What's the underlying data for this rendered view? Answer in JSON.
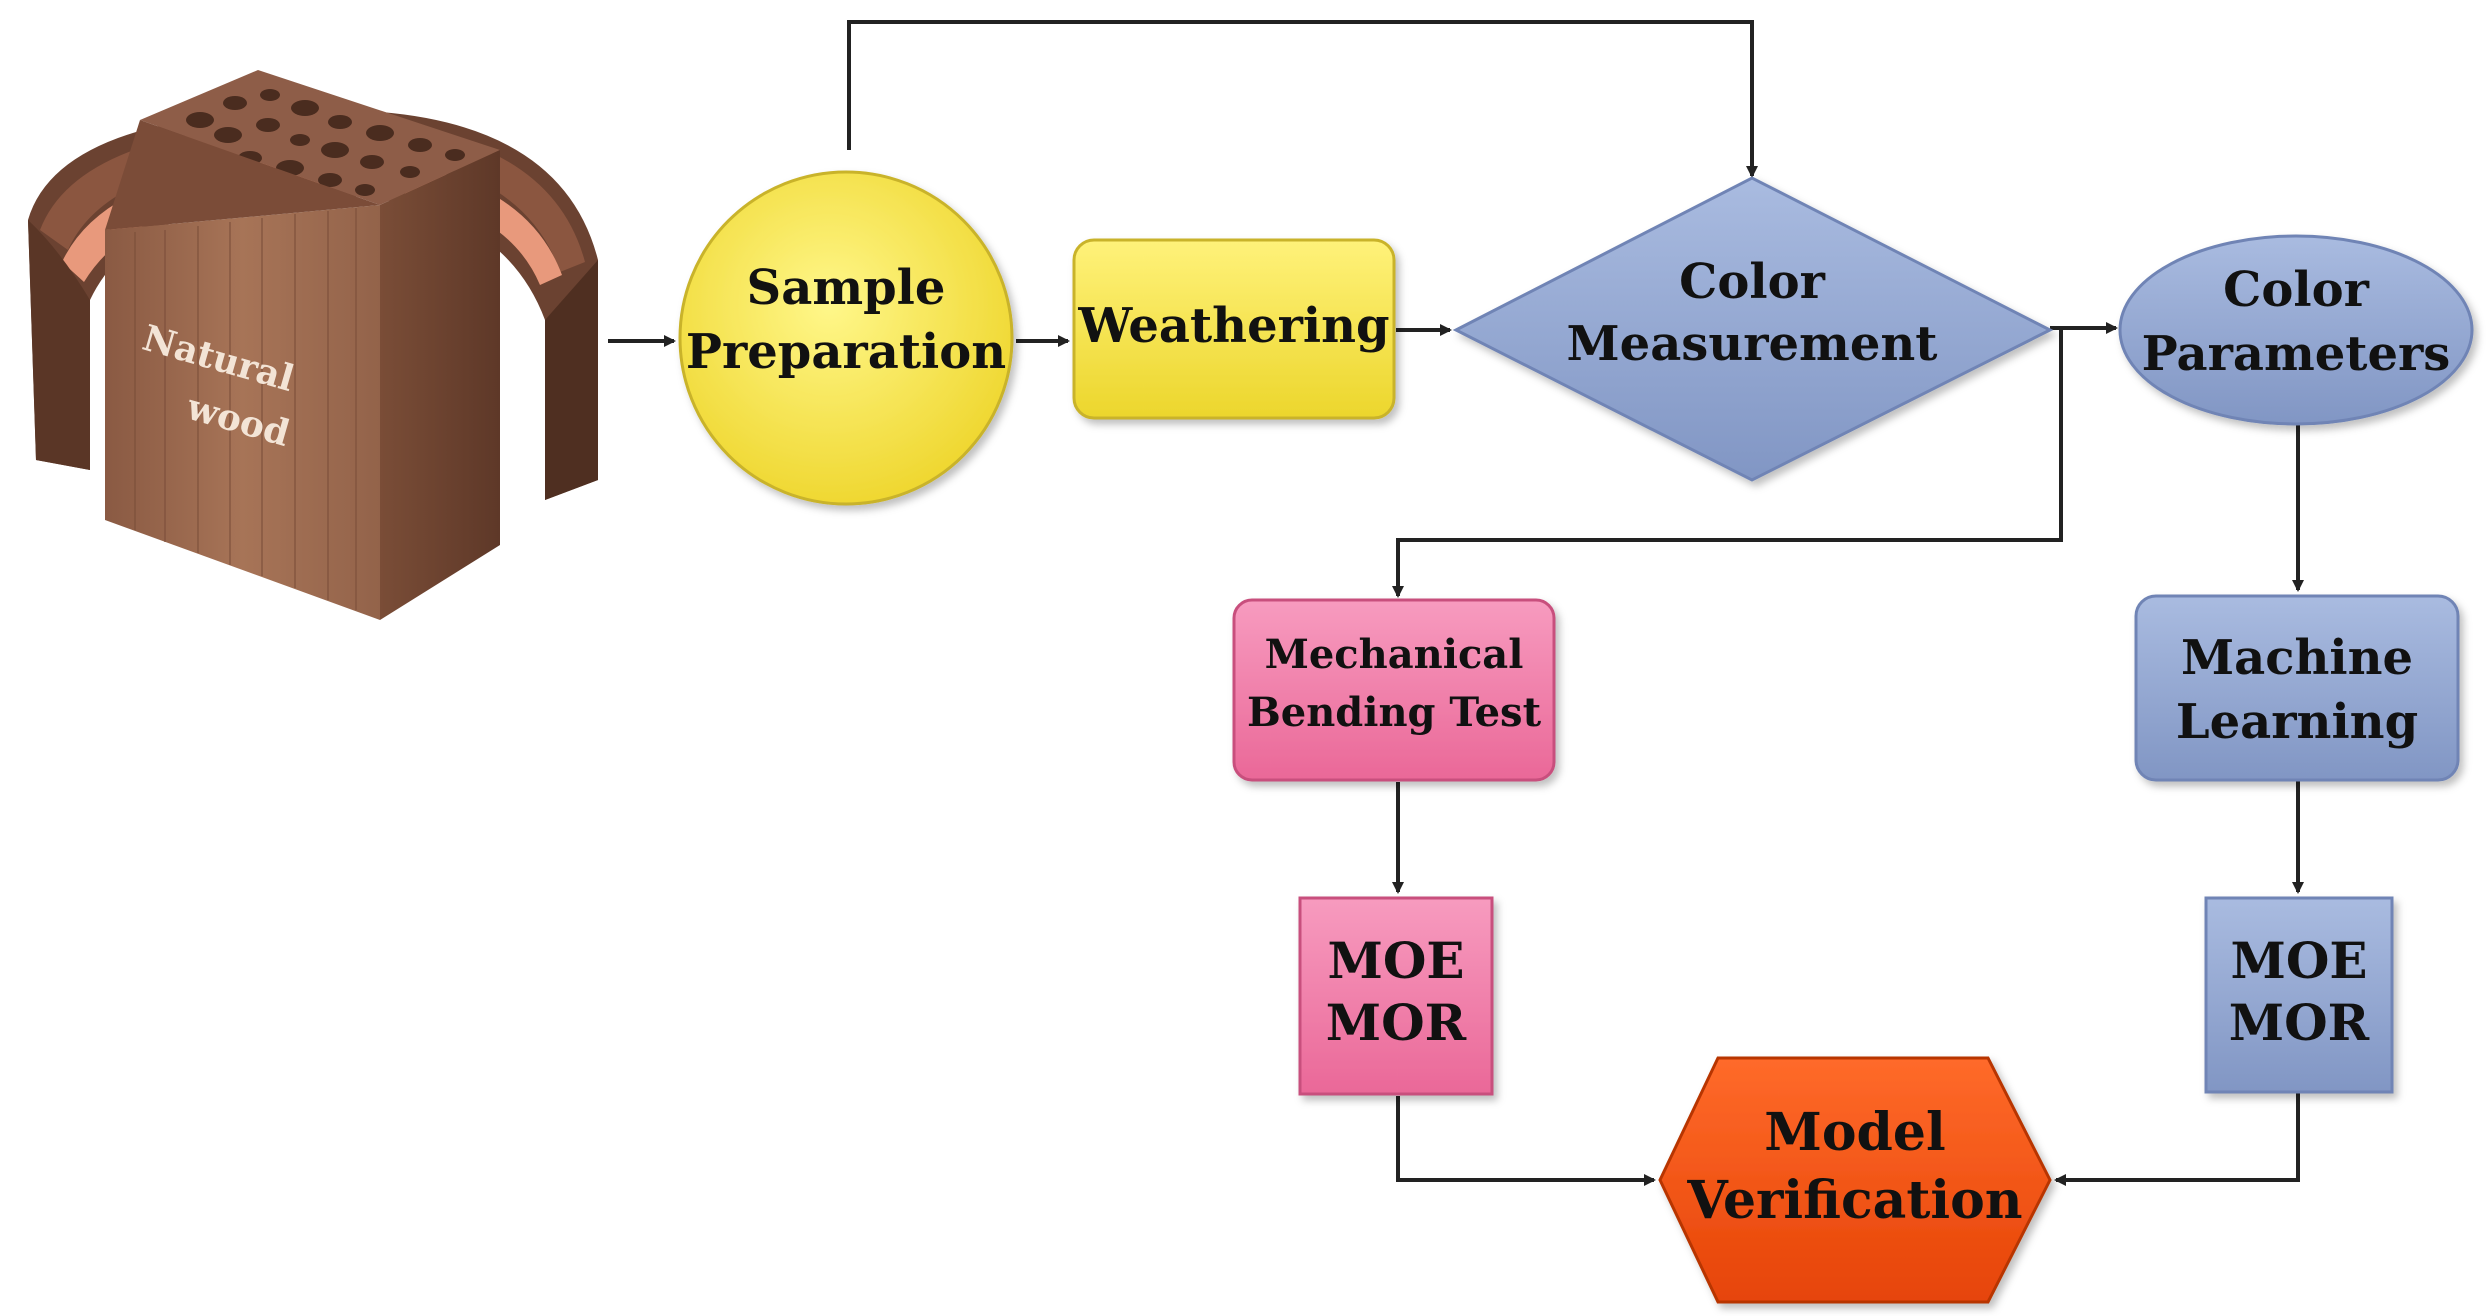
{
  "diagram": {
    "nodes": {
      "natural_wood": {
        "line1": "Natural",
        "line2": "wood"
      },
      "sample_preparation": {
        "line1": "Sample",
        "line2": "Preparation",
        "shape": "circle",
        "color": "#f7e53a"
      },
      "weathering": {
        "label": "Weathering",
        "shape": "rounded-rectangle",
        "color": "#f7e53a"
      },
      "color_measurement": {
        "line1": "Color",
        "line2": "Measurement",
        "shape": "diamond",
        "color": "#8ea3cf"
      },
      "color_parameters": {
        "line1": "Color",
        "line2": "Parameters",
        "shape": "ellipse",
        "color": "#8ea3cf"
      },
      "mechanical_bending_test": {
        "line1": "Mechanical",
        "line2": "Bending Test",
        "shape": "rounded-rectangle",
        "color": "#f27aa8"
      },
      "machine_learning": {
        "line1": "Machine",
        "line2": "Learning",
        "shape": "rounded-rectangle",
        "color": "#8ea3cf"
      },
      "moe_mor_left": {
        "line1": "MOE",
        "line2": "MOR",
        "shape": "rectangle",
        "color": "#f27aa8"
      },
      "moe_mor_right": {
        "line1": "MOE",
        "line2": "MOR",
        "shape": "rectangle",
        "color": "#8ea3cf"
      },
      "model_verification": {
        "line1": "Model",
        "line2": "Verification",
        "shape": "hexagon",
        "color": "#f04e0c"
      }
    },
    "edges": [
      {
        "from": "natural_wood",
        "to": "sample_preparation"
      },
      {
        "from": "sample_preparation",
        "to": "weathering"
      },
      {
        "from": "sample_preparation",
        "to": "color_measurement"
      },
      {
        "from": "weathering",
        "to": "color_measurement"
      },
      {
        "from": "color_measurement",
        "to": "color_parameters"
      },
      {
        "from": "color_measurement",
        "to": "mechanical_bending_test"
      },
      {
        "from": "color_parameters",
        "to": "machine_learning"
      },
      {
        "from": "mechanical_bending_test",
        "to": "moe_mor_left"
      },
      {
        "from": "machine_learning",
        "to": "moe_mor_right"
      },
      {
        "from": "moe_mor_left",
        "to": "model_verification"
      },
      {
        "from": "moe_mor_right",
        "to": "model_verification"
      }
    ]
  }
}
